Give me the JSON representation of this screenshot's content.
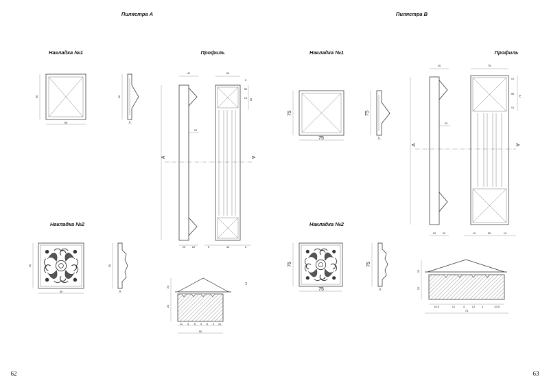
{
  "pages": {
    "left": {
      "title": "Пилястра А",
      "page_number": "62",
      "overlay1": {
        "label": "Накладка №1",
        "width": "56",
        "height": "56",
        "side_height": "56",
        "side_depth": "6"
      },
      "overlay2": {
        "label": "Накладка №2",
        "width": "50",
        "height": "50",
        "side_height": "50",
        "side_depth": "6"
      },
      "profile": {
        "label": "Профиль",
        "section_mark": "A",
        "top_dim_side": "40",
        "top_dim_front": "50",
        "mid_dim": "20",
        "bottom_dims_side": [
          "20",
          "20"
        ],
        "bottom_dims_front": [
          "5",
          "40",
          "5"
        ],
        "right_dims": [
          "5",
          "50",
          "10",
          "50"
        ]
      },
      "section": {
        "left_dims": [
          "20",
          "20"
        ],
        "right_dim": "14",
        "bottom_dims": [
          "11",
          "4",
          "6",
          "4",
          "6",
          "4",
          "11"
        ],
        "total": "50"
      }
    },
    "right": {
      "title": "Пилястра В",
      "page_number": "63",
      "overlay1": {
        "label": "Накладка №1",
        "width": "75",
        "height": "75",
        "side_height": "75",
        "side_depth": "6"
      },
      "overlay2": {
        "label": "Накладка №2",
        "width": "75",
        "height": "75",
        "side_height": "75",
        "side_depth": "6"
      },
      "profile": {
        "label": "Профиль",
        "section_mark": "A",
        "top_dim_side": "40",
        "top_dim_front": "75",
        "mid_dim": "20",
        "bottom_dims_side": [
          "20",
          "20"
        ],
        "bottom_dims_front": [
          "10",
          "55",
          "10"
        ],
        "right_dims": [
          "10",
          "55",
          "10",
          "75"
        ]
      },
      "section": {
        "left_dims": [
          "20",
          "20"
        ],
        "bottom_dims": [
          "19.5",
          "12",
          "4",
          "12",
          "4",
          "19.5"
        ],
        "total": "75"
      }
    }
  }
}
